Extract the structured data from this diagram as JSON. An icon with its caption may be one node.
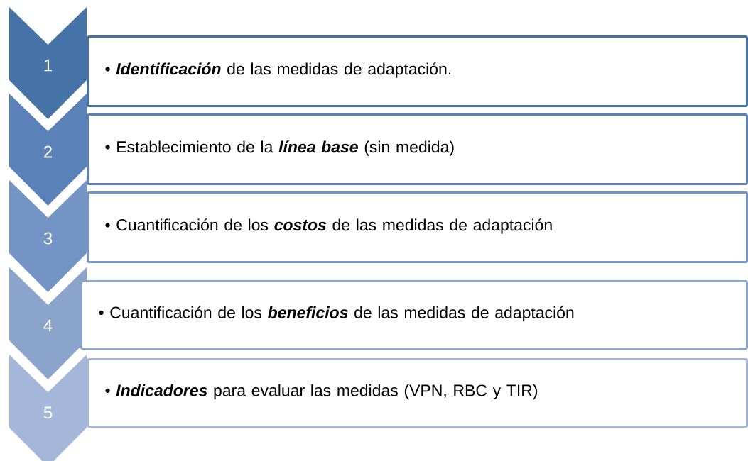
{
  "diagram": {
    "nodes": [
      {
        "text": [
          "1"
        ]
      },
      {
        "text": [
          "2"
        ]
      },
      {
        "text": [
          "3"
        ]
      },
      {
        "text": [
          "4"
        ]
      },
      {
        "text": [
          "5"
        ]
      },
      {
        "text": [
          "• **Identificación** de las medidas de adaptación."
        ]
      },
      {
        "text": [
          "• Establecimiento de la **línea base** (sin medida)"
        ]
      },
      {
        "text": [
          "• Cuantificación de los **costos** de las medidas de adaptación"
        ]
      },
      {
        "text": [
          "• Cuantificación de los **beneficios** de las medidas de adaptación"
        ]
      },
      {
        "text": [
          "• **Indicadores** para evaluar las medidas (VPN, RBC y TIR)"
        ]
      }
    ],
    "edges": []
  }
}
